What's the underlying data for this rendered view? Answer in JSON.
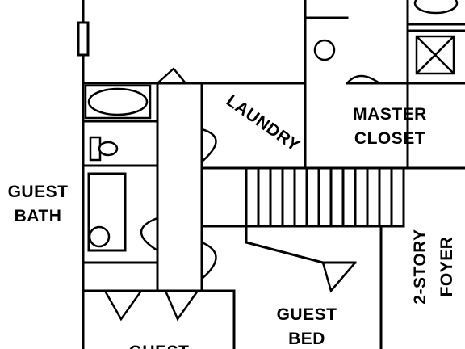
{
  "rooms": {
    "guest_bath": [
      "GUEST",
      "BATH"
    ],
    "laundry": "LAUNDRY",
    "master_closet": [
      "MASTER",
      "CLOSET"
    ],
    "two_story_foyer": [
      "2-STORY",
      "FOYER"
    ],
    "guest_bed": [
      "GUEST",
      "BED"
    ],
    "guest_bedroom_partial": "GUEST"
  }
}
